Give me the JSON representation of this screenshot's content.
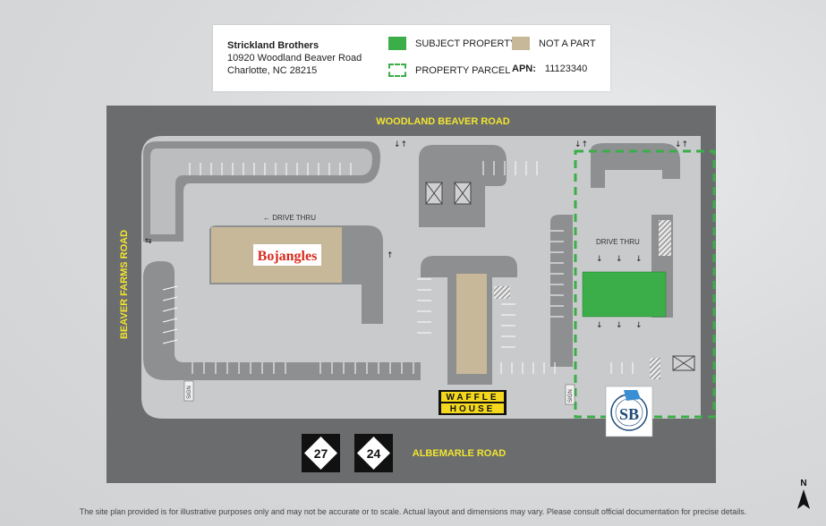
{
  "legend": {
    "name": "Strickland Brothers",
    "address_line1": "10920 Woodland Beaver Road",
    "address_line2": "Charlotte, NC 28215",
    "subject_property": "SUBJECT PROPERTY",
    "not_a_part": "NOT A PART",
    "property_parcel": "PROPERTY PARCEL",
    "apn_label": "APN:",
    "apn_value": "11123340"
  },
  "roads": {
    "north": "WOODLAND BEAVER ROAD",
    "west": "BEAVER FARMS ROAD",
    "south": "ALBEMARLE ROAD"
  },
  "route_shields": [
    "27",
    "24"
  ],
  "labels": {
    "drive_thru_left": "← DRIVE THRU",
    "drive_thru_right": "DRIVE THRU",
    "sign": "SIGN"
  },
  "tenants": {
    "bojangles": "Bojangles",
    "waffle": "WAFFLE",
    "house": "HOUSE",
    "sb_logo": "SB"
  },
  "colors": {
    "subject": "#3cae49",
    "not_a_part": "#c8b89a",
    "road": "#6b6c6e",
    "lot": "#c9cacc",
    "road_label": "#f2e52f"
  },
  "disclaimer": "The site plan provided is for illustrative purposes only and may not be accurate or to scale. Actual layout and dimensions may vary. Please consult official documentation for precise details.",
  "north_label": "N"
}
